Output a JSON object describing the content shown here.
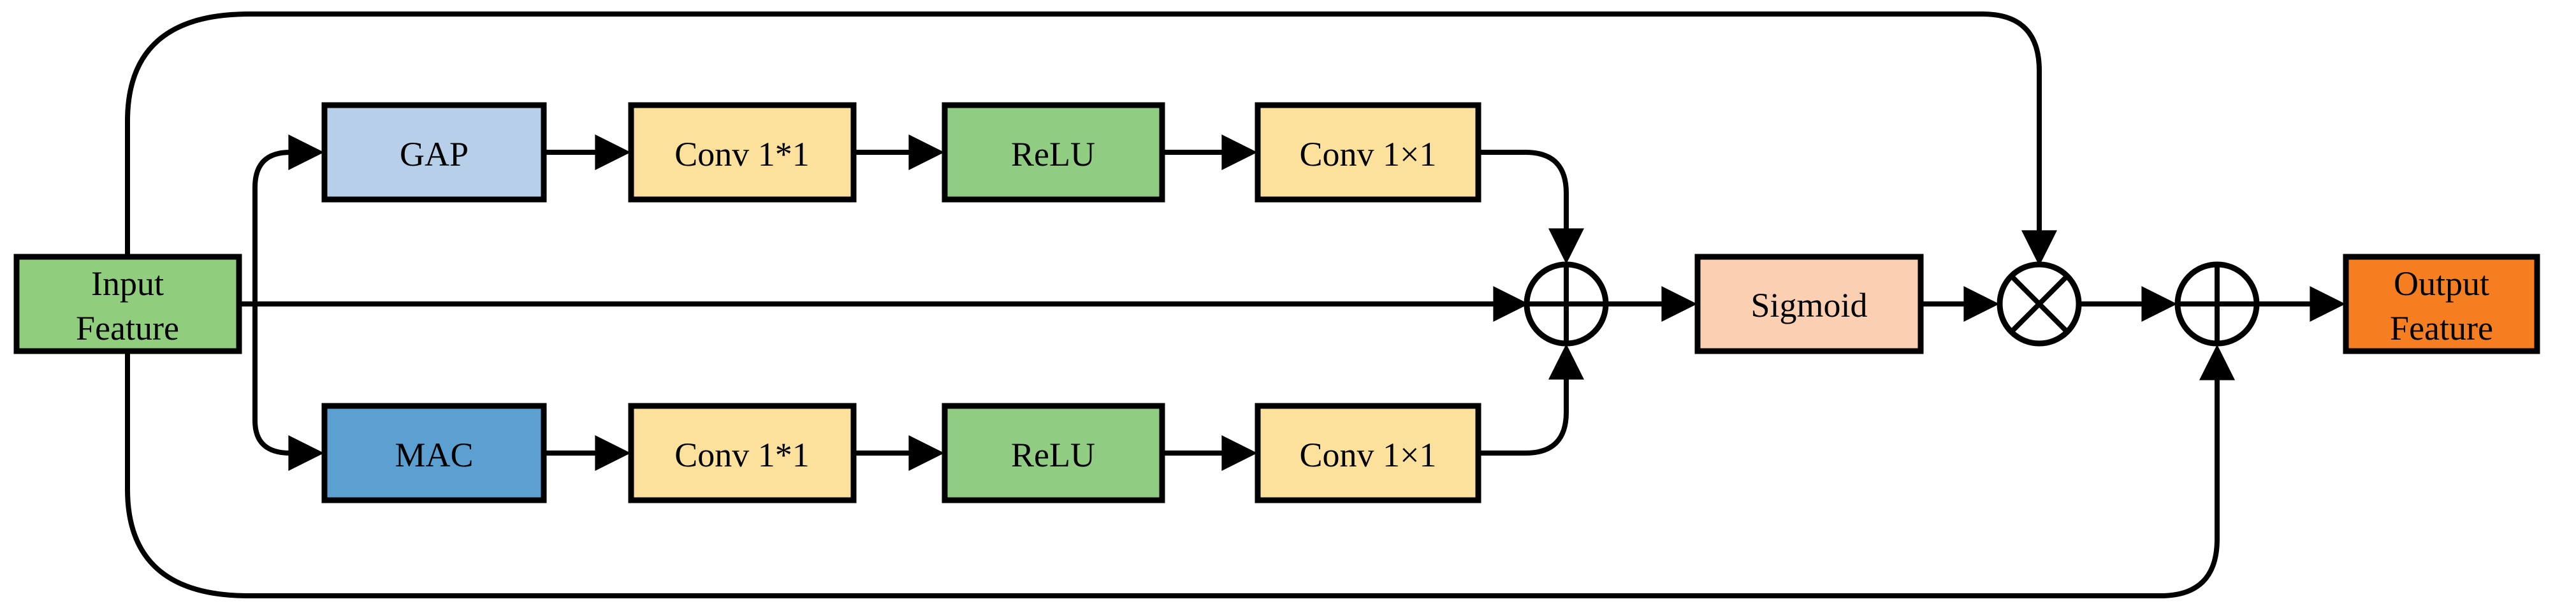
{
  "diagram": {
    "background_color": "#FFFFFF",
    "line_color": "#000000",
    "boxes": {
      "input": {
        "line1": "Input",
        "line2": "Feature",
        "fill": "#90CE7E"
      },
      "gap": {
        "label": "GAP",
        "fill": "#B7CFE9"
      },
      "conv_top_1": {
        "label": "Conv 1*1",
        "fill": "#FBE19B"
      },
      "relu_top": {
        "label": "ReLU",
        "fill": "#90CC81"
      },
      "conv_top_2": {
        "label": "Conv 1×1",
        "fill": "#FBE19B"
      },
      "mac": {
        "label": "MAC",
        "fill": "#5C9FD1"
      },
      "conv_bottom_1": {
        "label": "Conv 1*1",
        "fill": "#FBE19B"
      },
      "relu_bottom": {
        "label": "ReLU",
        "fill": "#90CC81"
      },
      "conv_bottom_2": {
        "label": "Conv 1×1",
        "fill": "#FBE19B"
      },
      "sigmoid": {
        "label": "Sigmoid",
        "fill": "#FBCFB1"
      },
      "output": {
        "line1": "Output",
        "line2": "Feature",
        "fill": "#F57E20"
      }
    },
    "operators": {
      "add_branches": {
        "symbol": "⊕"
      },
      "multiply": {
        "symbol": "⊗"
      },
      "add_residual": {
        "symbol": "⊕"
      }
    }
  }
}
